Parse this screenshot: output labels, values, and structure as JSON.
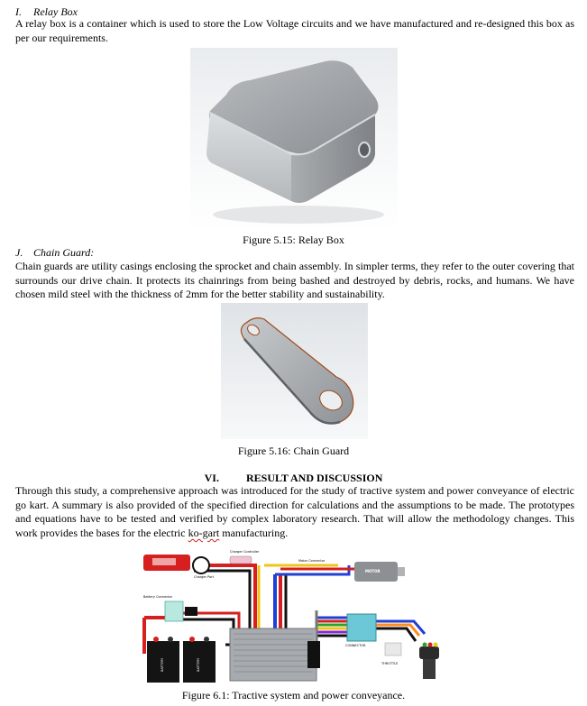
{
  "relay_box": {
    "number": "I.",
    "title": "Relay Box",
    "paragraph": "A relay box is a container which is used to store the Low Voltage circuits and we have manufactured and re-designed this box as per our requirements.",
    "caption": "Figure 5.15: Relay Box"
  },
  "chain_guard": {
    "number": "J.",
    "title": "Chain Guard:",
    "paragraph": "Chain guards are utility casings enclosing the sprocket and chain assembly. In simpler terms, they refer to the outer covering that surrounds our drive chain. It protects its chainrings from being bashed and destroyed by debris, rocks, and humans. We have chosen mild steel with the thickness of 2mm for the better stability and sustainability.",
    "caption": "Figure 5.16: Chain Guard"
  },
  "result": {
    "number": "VI.",
    "title": "RESULT AND DISCUSSION",
    "paragraph_before": "Through this study, a comprehensive approach was introduced for the study of tractive system and power conveyance of electric go kart. A summary is also provided of the specified direction for calculations and the assumptions to be made. The prototypes and equations have to be tested and verified by complex laboratory research. That will allow the methodology changes. This work provides the bases for the electric ",
    "misspelled_word": "ko-gart",
    "paragraph_after": " manufacturing.",
    "caption": "Figure 6.1: Tractive system and power conveyance."
  },
  "diagram_labels": {
    "charger_controller": "Charger Controller",
    "charger_port": "Charger Port",
    "motor_connector": "Motor Connector",
    "motor": "MOTOR",
    "battery_connector": "Battery Connector",
    "battery_1": "BATTERY",
    "battery_2": "BATTERY",
    "connector": "CONNECTOR",
    "throttle": "THROTTLE"
  },
  "colors": {
    "wire_red": "#d61f1f",
    "wire_blue": "#1f3fd6",
    "wire_yellow": "#f0c419",
    "wire_black": "#111111",
    "box_grey": "#a7abb0"
  }
}
